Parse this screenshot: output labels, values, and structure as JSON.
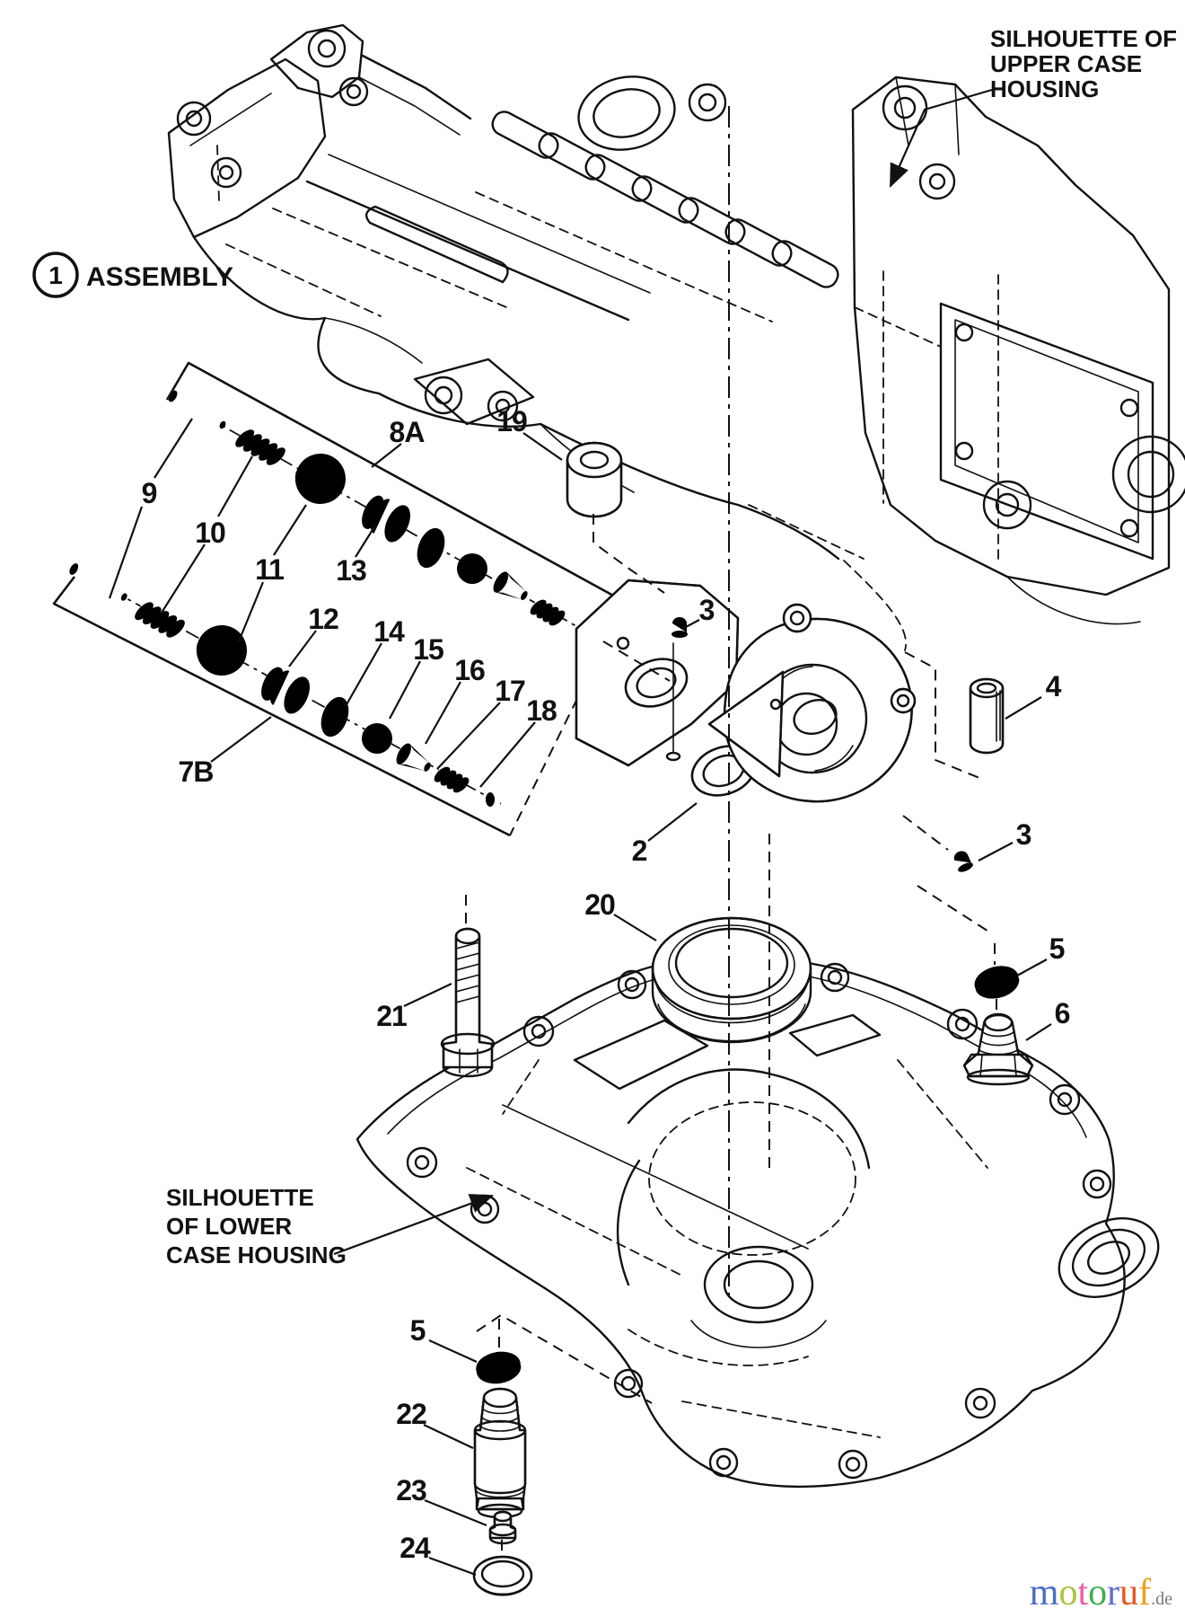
{
  "colors": {
    "ink": "#111111",
    "background": "#ffffff"
  },
  "callouts": {
    "assembly_number": "1",
    "assembly_label": "ASSEMBLY",
    "upper_note": [
      "SILHOUETTE OF",
      "UPPER CASE",
      "HOUSING"
    ],
    "lower_note": [
      "SILHOUETTE",
      "OF LOWER",
      "CASE HOUSING"
    ]
  },
  "part_numbers": {
    "n2": "2",
    "n3": "3",
    "n4": "4",
    "n5": "5",
    "n6": "6",
    "n7b": "7B",
    "n8a": "8A",
    "n9": "9",
    "n10": "10",
    "n11": "11",
    "n12": "12",
    "n13": "13",
    "n14": "14",
    "n15": "15",
    "n16": "16",
    "n17": "17",
    "n18": "18",
    "n19": "19",
    "n20": "20",
    "n21": "21",
    "n22": "22",
    "n23": "23",
    "n24": "24"
  },
  "watermark": {
    "letters": [
      {
        "ch": "m",
        "color": "#4a6fc4"
      },
      {
        "ch": "o",
        "color": "#a9c43a"
      },
      {
        "ch": "t",
        "color": "#e7609f"
      },
      {
        "ch": "o",
        "color": "#43ad4f"
      },
      {
        "ch": "r",
        "color": "#5f6fd0"
      },
      {
        "ch": "u",
        "color": "#e2582a"
      },
      {
        "ch": "f",
        "color": "#eda01f"
      }
    ],
    "suffix": ".de",
    "suffix_color": "#777777"
  }
}
